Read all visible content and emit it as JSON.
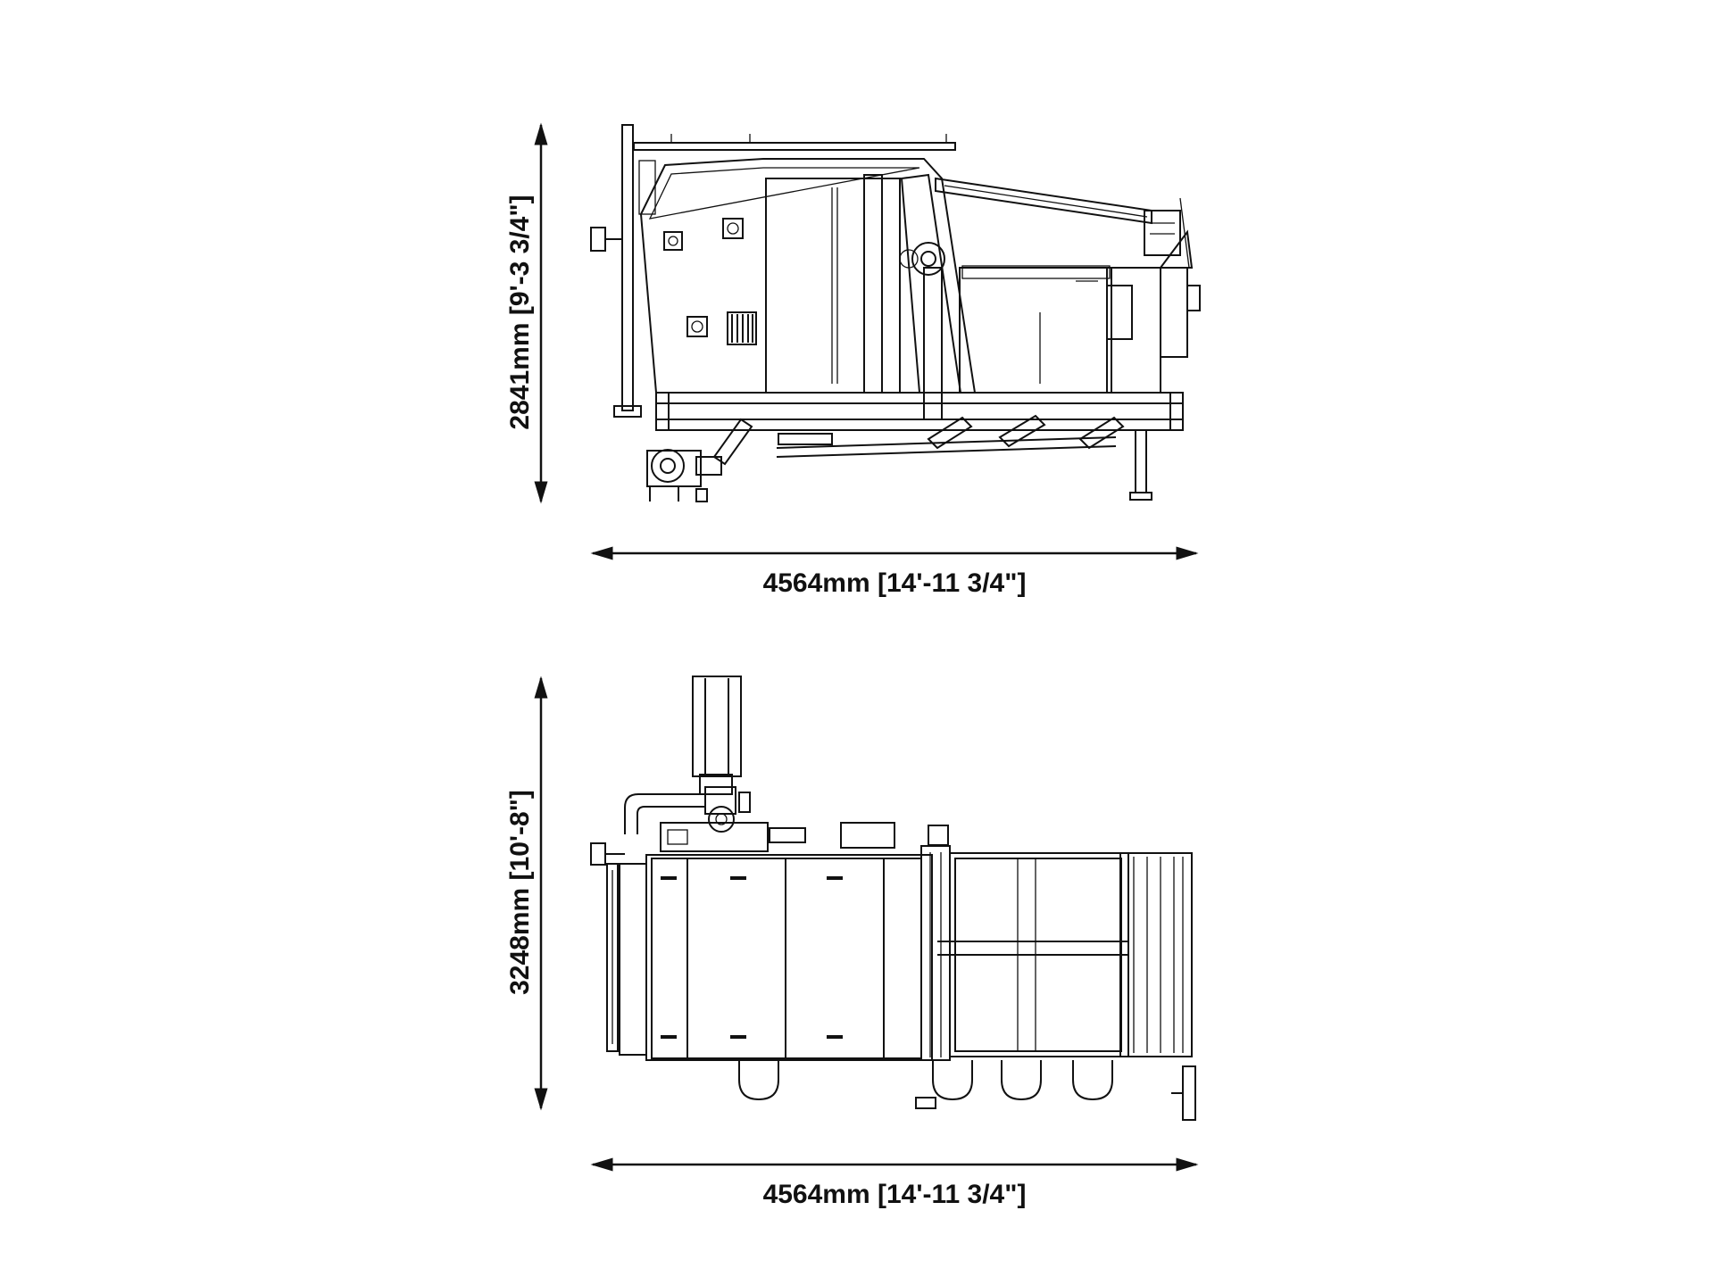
{
  "side_view": {
    "height_label": "2841mm [9'-3 3/4\"]",
    "width_label": "4564mm [14'-11 3/4\"]"
  },
  "top_view": {
    "depth_label": "3248mm [10'-8\"]",
    "width_label": "4564mm [14'-11 3/4\"]"
  }
}
